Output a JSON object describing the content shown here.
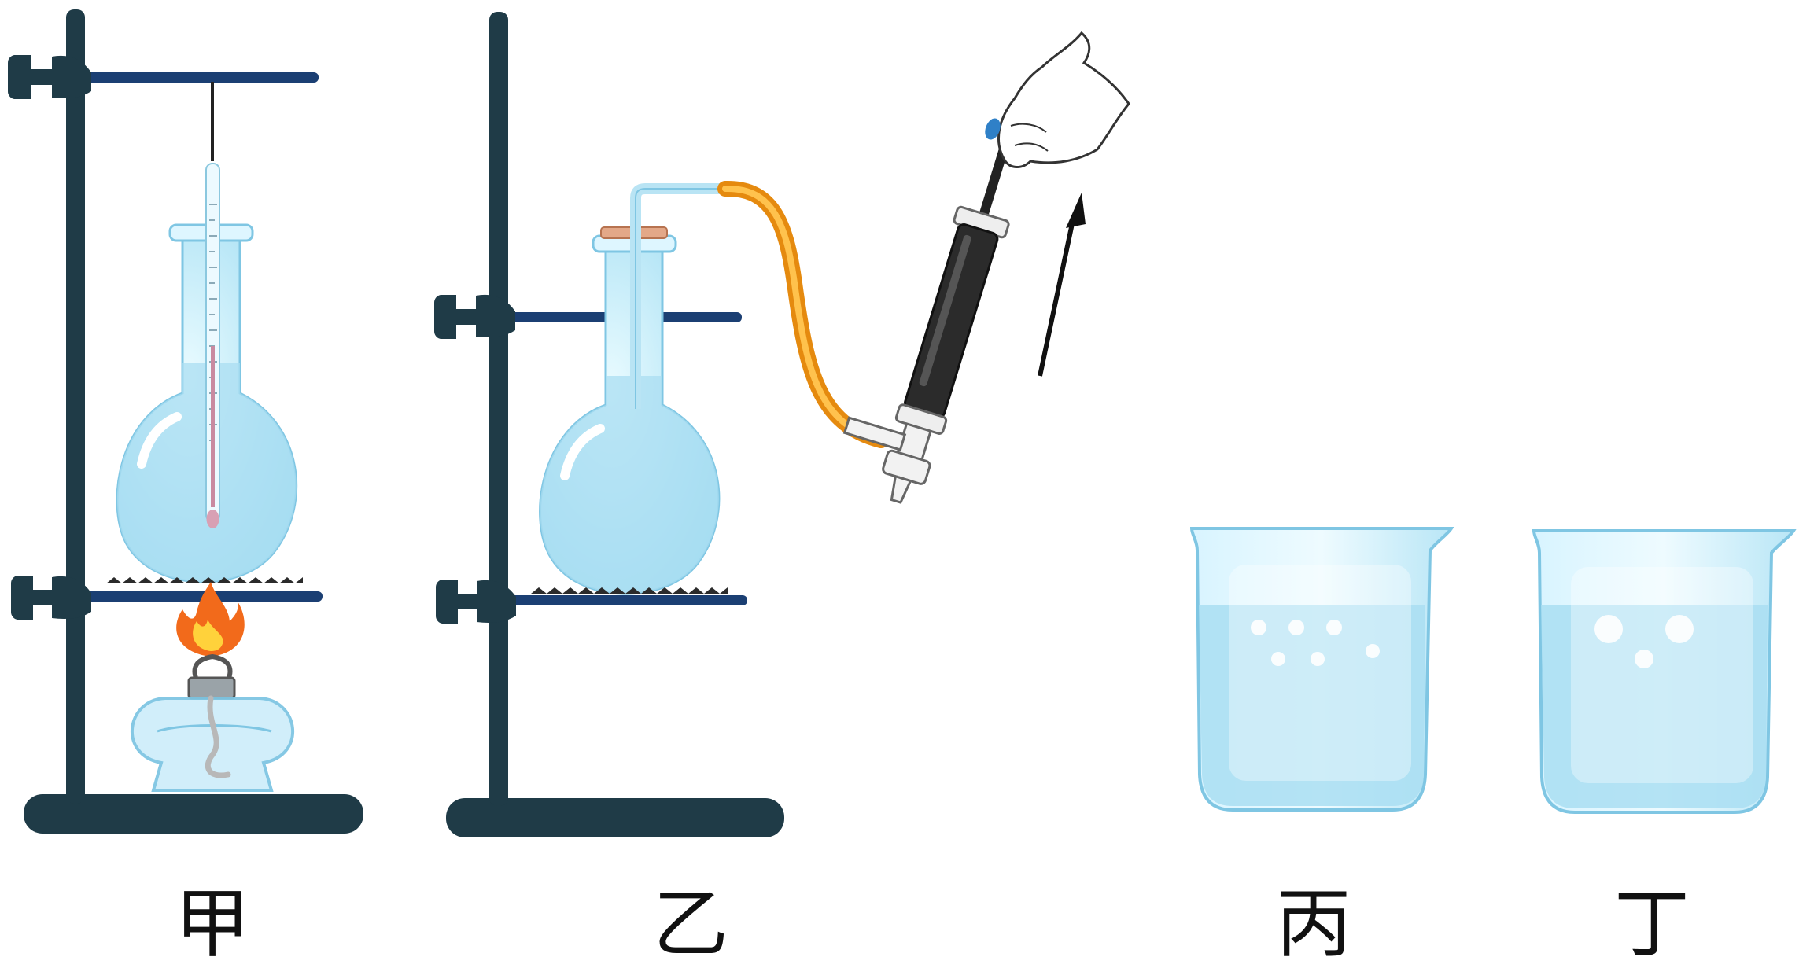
{
  "labels": {
    "jia": "甲",
    "yi": "乙",
    "bing": "丙",
    "ding": "丁"
  },
  "colors": {
    "stand": "#1f3b47",
    "clamp_rod": "#1b3f73",
    "flask_glass": "#bfeaf8",
    "water": "#a9def2",
    "tube_orange": "#f3a21b",
    "syringe_body": "#2b2b2b",
    "flame_outer": "#f26a1b",
    "flame_inner": "#ffd23b",
    "arrow": "#111111"
  },
  "icons": {
    "heating": "alcohol-lamp-icon",
    "pump": "syringe-icon",
    "hand": "hand-icon",
    "direction": "up-arrow-icon"
  }
}
